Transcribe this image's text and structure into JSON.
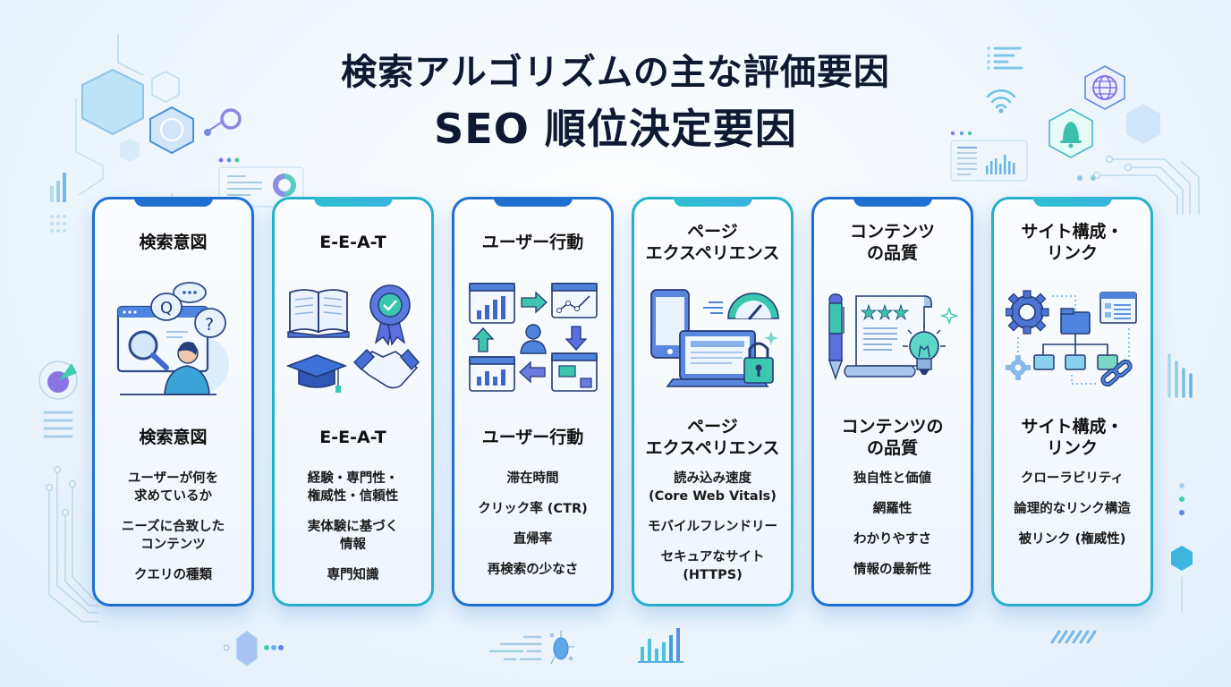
{
  "header": {
    "title_line1": "検索アルゴリズムの主な評価要因",
    "title_line2": "SEO 順位決定要因"
  },
  "colors": {
    "title": "#0f1933",
    "card_border_blue": "#1e6fd0",
    "card_border_teal": "#27b1c9",
    "icon_blue": "#4a7be0",
    "icon_teal": "#3cc6b4",
    "icon_purple": "#7a6be0"
  },
  "cards": [
    {
      "title": "検索意図",
      "icon": "search-intent-icon",
      "subtitle": "検索意図",
      "points": [
        "ユーザーが何を\n求めているか",
        "ニーズに合致した\nコンテンツ",
        "クエリの種類"
      ]
    },
    {
      "title": "E-E-A-T",
      "icon": "eeat-icons",
      "subtitle": "E-E-A-T",
      "points": [
        "経験・専門性・\n権威性・信頼性",
        "実体験に基づく\n情報",
        "専門知識"
      ]
    },
    {
      "title": "ユーザー行動",
      "icon": "user-behavior-flow-icon",
      "subtitle": "ユーザー行動",
      "points": [
        "滞在時間",
        "クリック率 (CTR)",
        "直帰率",
        "再検索の少なさ"
      ]
    },
    {
      "title": "ページ\nエクスペリエンス",
      "icon": "page-experience-icon",
      "subtitle": "ページ\nエクスペリエンス",
      "points": [
        "読み込み速度\n(Core Web Vitals)",
        "モバイルフレンドリー",
        "セキュアなサイト\n(HTTPS)"
      ]
    },
    {
      "title": "コンテンツ\nの品質",
      "icon": "content-quality-icon",
      "subtitle": "コンテンツの\nの品質",
      "points": [
        "独自性と価値",
        "網羅性",
        "わかりやすさ",
        "情報の最新性"
      ]
    },
    {
      "title": "サイト構成・\nリンク",
      "icon": "site-structure-icon",
      "subtitle": "サイト構成・\nリンク",
      "points": [
        "クローラビリティ",
        "論理的なリンク構造",
        "被リンク (権威性)"
      ]
    }
  ]
}
